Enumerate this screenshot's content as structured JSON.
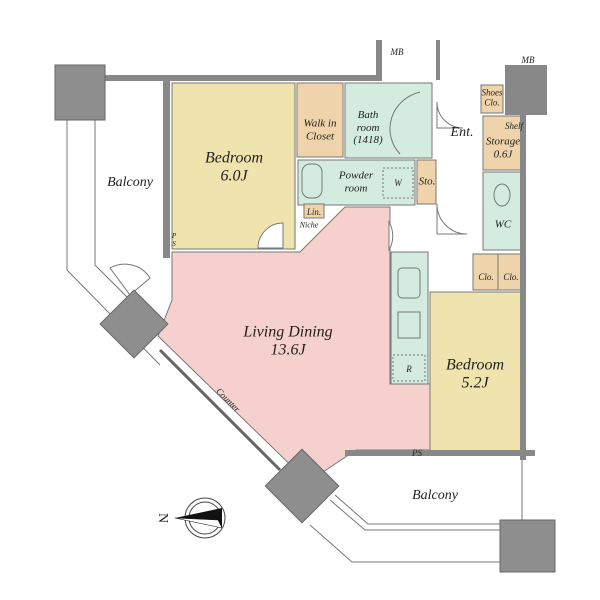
{
  "colors": {
    "bedroom": "#efe4ad",
    "living": "#f6d0cd",
    "wet": "#d3ecdf",
    "storage": "#efd3aa",
    "wall": "#888888",
    "pillar": "#8e8e8e"
  },
  "rooms": {
    "bedroom1": {
      "name": "Bedroom",
      "size": "6.0J"
    },
    "bedroom2": {
      "name": "Bedroom",
      "size": "5.2J"
    },
    "living": {
      "name": "Living Dining",
      "size": "13.6J"
    },
    "walk_in_closet": {
      "line1": "Walk in",
      "line2": "Closet"
    },
    "bathroom": {
      "line1": "Bath",
      "line2": "room",
      "line3": "(1418)"
    },
    "powder_room": {
      "line1": "Powder",
      "line2": "room"
    },
    "washer": "W",
    "storage_small": "Sto.",
    "entrance": "Ent.",
    "shoes_closet": {
      "line1": "Shoes",
      "line2": "Clo."
    },
    "storage": {
      "shelf": "Shelf",
      "name": "Storage",
      "size": "0.6J"
    },
    "wc": "WC",
    "closet_a": "Clo.",
    "closet_b": "Clo.",
    "linen": "Lin.",
    "niche": "Niche",
    "fridge": "R",
    "balcony_left": "Balcony",
    "balcony_bottom": "Balcony",
    "counter": "Counter",
    "ps_left": {
      "line1": "P",
      "line2": "S"
    },
    "ps_bottom": "PS",
    "mb_top": "MB",
    "mb_right": "MB"
  },
  "compass": {
    "label": "N"
  }
}
